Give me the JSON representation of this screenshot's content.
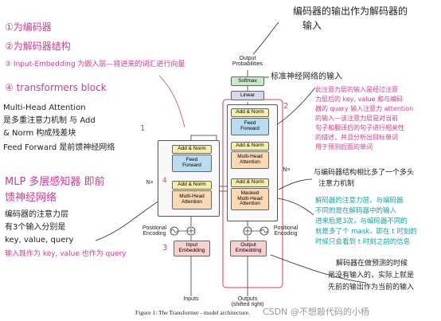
{
  "diagram": {
    "output_probabilities": "Output\nProbabilities",
    "softmax": "Softmax",
    "linear": "Linear",
    "add_norm": "Add & Norm",
    "feed_forward": "Feed\nForward",
    "multi_head_attention": "Multi-Head\nAttention",
    "masked_mha": "Masked\nMulti-Head\nAttention",
    "positional_encoding": "Positional\nEncoding",
    "input_embedding": "Input\nEmbedding",
    "output_embedding": "Output\nEmbedding",
    "inputs": "Inputs",
    "outputs": "Outputs\n(shifted right)",
    "nx": "N×",
    "caption": "Figure 1: The Transformer - model architecture.",
    "watermark": "CSDN @不想敲代码的小杨"
  },
  "annotations": {
    "left_list": [
      "①为编码器",
      "②为解码器结构",
      "③ Input-Embedding 为嵌入层—将进来的词汇进行向量",
      "④ transformers block"
    ],
    "mha_note": [
      "Multi-Head Attention",
      "是多重注意力机制 与 Add",
      "& Norm 构成残差块",
      "Feed Forward 是前馈神经网络"
    ],
    "mlp_note": [
      "MLP 多层感知器 即前",
      "馈神经网络"
    ],
    "encoder_note": [
      "编码器的注意力层",
      "有3个输入分别是",
      "key, value, query",
      "输入既作为 key, value 也作为 query"
    ],
    "top_right": [
      "编码器的输出作为解码器的",
      "输入"
    ],
    "std_nn": "标准神经网络的输入",
    "right_pink": [
      "此注意力层的输入是经过注意",
      "力层后的 key, value 和与编码",
      "器的 query 输入注意力 attention",
      "的输入—该注意力层是对当前",
      "句子和翻译后的句子进行相关性",
      "的描述，并且分析出目标单词",
      "用于预测后面的单词"
    ],
    "decoder_struct": [
      "与编码器结构相比多了一个多头",
      "注意力机制"
    ],
    "masked_note": [
      "解码器的注意力层，与编码器",
      "不同的是在解码器中的输入",
      "进来后是3次，与编码器不同的",
      "就是多了个 mask，即在 t 时刻的",
      "时候只会看到 t 时刻之前的信息"
    ],
    "bottom_right": [
      "解码器在做预测的时候",
      "是没有输入的，实际上就是",
      "先前的输出作为当前的输入"
    ],
    "numbers": {
      "one": "1",
      "two": "2",
      "three": "3",
      "four": "4"
    }
  }
}
